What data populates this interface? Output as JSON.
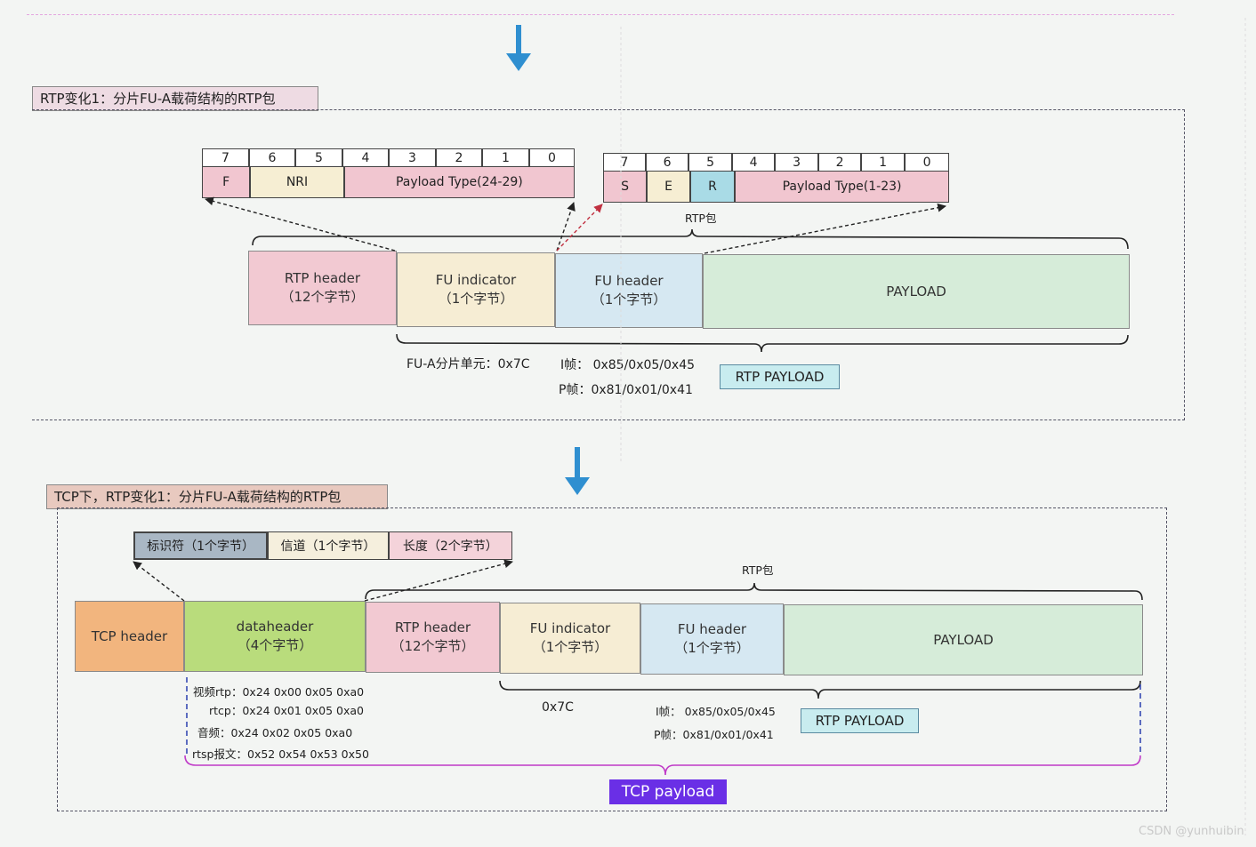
{
  "section1": {
    "title": "RTP变化1：分片FU-A载荷结构的RTP包",
    "fu_indicator_bits": {
      "bit_numbers": [
        "7",
        "6",
        "5",
        "4",
        "3",
        "2",
        "1",
        "0"
      ],
      "fields": [
        "F",
        "NRI",
        "Payload Type(24-29)"
      ]
    },
    "fu_header_bits": {
      "bit_numbers": [
        "7",
        "6",
        "5",
        "4",
        "3",
        "2",
        "1",
        "0"
      ],
      "fields": [
        "S",
        "E",
        "R",
        "Payload Type(1-23)"
      ]
    },
    "rtp_packet_label": "RTP包",
    "blocks": [
      {
        "line1": "RTP header",
        "line2": "（12个字节）"
      },
      {
        "line1": "FU indicator",
        "line2": "（1个字节）"
      },
      {
        "line1": "FU header",
        "line2": "（1个字节）"
      },
      {
        "line1": "PAYLOAD",
        "line2": ""
      }
    ],
    "fu_a_unit": "FU-A分片单元：0x7C",
    "i_frame": "I帧：  0x85/0x05/0x45",
    "p_frame": "P帧：0x81/0x01/0x41",
    "rtp_payload": "RTP PAYLOAD"
  },
  "section2": {
    "title": "TCP下，RTP变化1：分片FU-A载荷结构的RTP包",
    "dataheader_fields": [
      "标识符（1个字节）",
      "信道（1个字节）",
      "长度（2个字节）"
    ],
    "rtp_packet_label": "RTP包",
    "blocks": [
      {
        "line1": "TCP header",
        "line2": ""
      },
      {
        "line1": "dataheader",
        "line2": "（4个字节）"
      },
      {
        "line1": "RTP header",
        "line2": "（12个字节）"
      },
      {
        "line1": "FU indicator",
        "line2": "（1个字节）"
      },
      {
        "line1": "FU header",
        "line2": "（1个字节）"
      },
      {
        "line1": "PAYLOAD",
        "line2": ""
      }
    ],
    "notes": [
      "视频rtp：0x24 0x00 0x05 0xa0",
      "rtcp：0x24 0x01 0x05 0xa0",
      "音频：0x24 0x02 0x05 0xa0",
      "rtsp报文：0x52 0x54 0x53 0x50"
    ],
    "fu_indicator_value": "0x7C",
    "i_frame": "I帧：  0x85/0x05/0x45",
    "p_frame": "P帧：0x81/0x01/0x41",
    "rtp_payload": "RTP PAYLOAD",
    "tcp_payload": "TCP payload"
  },
  "watermark": "CSDN @yunhuibin",
  "colors": {
    "rtp_header": "#f2c9d2",
    "fu_indicator": "#f6edd4",
    "fu_header": "#d6e8f2",
    "payload": "#d6ecd9",
    "tcp_header": "#f2b57e",
    "dataheader": "#b9dc7c",
    "id_field": "#a9b7c4",
    "channel_field": "#f5efdd",
    "length_field": "#f4d3da",
    "arrow_blue": "#2f8fd0",
    "tcp_payload_bg": "#6a2fe6"
  }
}
